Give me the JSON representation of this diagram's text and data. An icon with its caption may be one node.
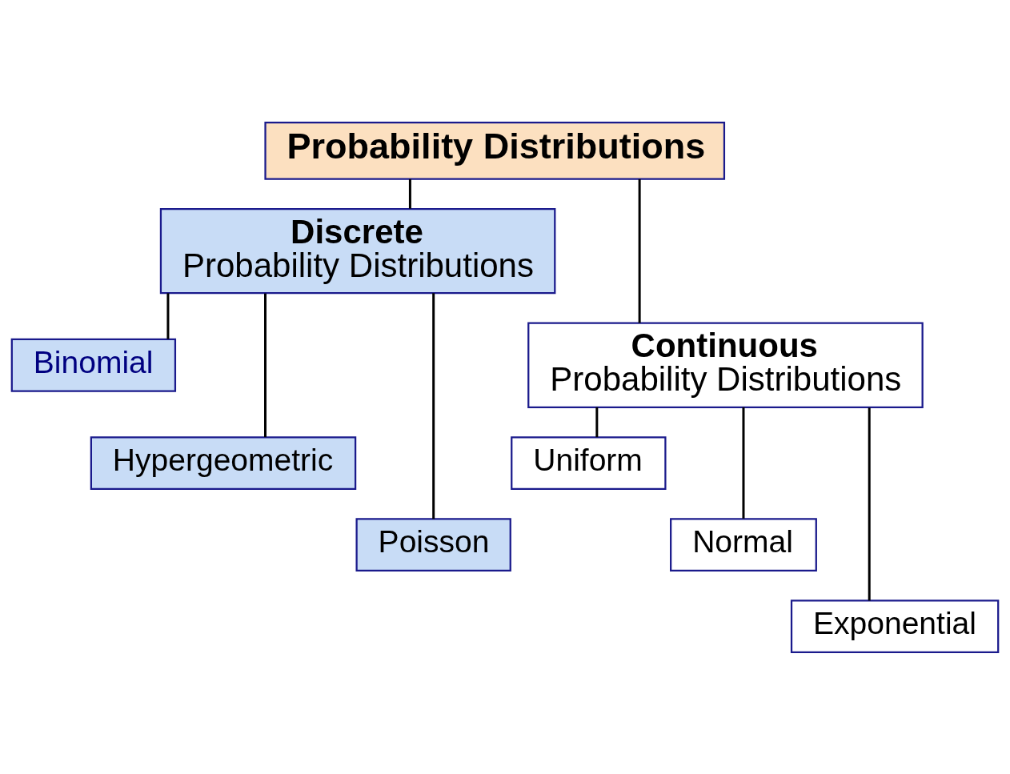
{
  "diagram": {
    "nodes": [
      {
        "text": [
          "Probability Distributions"
        ]
      },
      {
        "text": [
          "Discrete",
          "Probability Distributions"
        ]
      },
      {
        "text": [
          "Continuous",
          "Probability Distributions"
        ]
      },
      {
        "text": [
          "Binomial"
        ]
      },
      {
        "text": [
          "Hypergeometric"
        ]
      },
      {
        "text": [
          "Poisson"
        ]
      },
      {
        "text": [
          "Uniform"
        ]
      },
      {
        "text": [
          "Normal"
        ]
      },
      {
        "text": [
          "Exponential"
        ]
      }
    ],
    "edges": [
      {
        "from": 0,
        "to": 1,
        "arrow": "none"
      },
      {
        "from": 0,
        "to": 2,
        "arrow": "none"
      },
      {
        "from": 1,
        "to": 3,
        "arrow": "none"
      },
      {
        "from": 1,
        "to": 4,
        "arrow": "none"
      },
      {
        "from": 1,
        "to": 5,
        "arrow": "none"
      },
      {
        "from": 2,
        "to": 6,
        "arrow": "none"
      },
      {
        "from": 2,
        "to": 7,
        "arrow": "none"
      },
      {
        "from": 2,
        "to": 8,
        "arrow": "none"
      }
    ]
  }
}
